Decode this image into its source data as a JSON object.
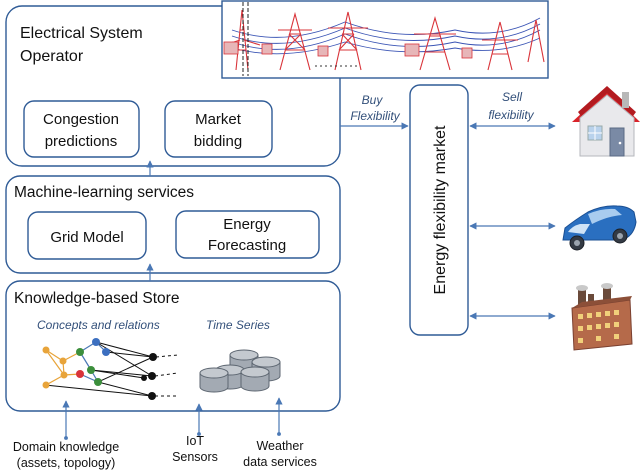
{
  "operator": {
    "title_line1": "Electrical System",
    "title_line2": "Operator",
    "congestion_line1": "Congestion",
    "congestion_line2": "predictions",
    "market_line1": "Market",
    "market_line2": "bidding"
  },
  "ml": {
    "title": "Machine-learning services",
    "grid_model": "Grid Model",
    "forecast_line1": "Energy",
    "forecast_line2": "Forecasting"
  },
  "store": {
    "title": "Knowledge-based Store",
    "concepts": "Concepts and relations",
    "timeseries": "Time Series"
  },
  "inputs": {
    "domain_line1": "Domain knowledge",
    "domain_line2": "(assets, topology)",
    "iot_line1": "IoT",
    "iot_line2": "Sensors",
    "weather_line1": "Weather",
    "weather_line2": "data services"
  },
  "market": {
    "label": "Energy flexibility market",
    "buy_line1": "Buy",
    "buy_line2": "Flexibility",
    "sell_line1": "Sell",
    "sell_line2": "flexibility"
  },
  "icons": {
    "house": "house-icon",
    "car": "car-icon",
    "factory": "factory-icon",
    "grid": "power-pylons-icon"
  },
  "colors": {
    "border": "#2f5b96",
    "arrow": "#4a78b5",
    "pylon": "#d9343a",
    "roof": "#d9232a",
    "car": "#2a6fc0"
  }
}
